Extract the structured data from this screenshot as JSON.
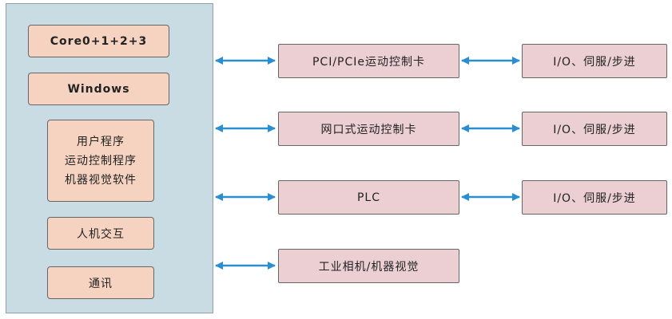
{
  "panel": {
    "core_label": "Core0+1+2+3",
    "os_label": "Windows",
    "software_lines": [
      "用户程序",
      "运动控制程序",
      "机器视觉软件"
    ],
    "hmi_label": "人机交互",
    "comm_label": "通讯"
  },
  "devices": [
    {
      "label": "PCI/PCIe运动控制卡",
      "target": "I/O、伺服/步进"
    },
    {
      "label": "网口式运动控制卡",
      "target": "I/O、伺服/步进"
    },
    {
      "label": "PLC",
      "target": "I/O、伺服/步进"
    },
    {
      "label": "工业相机/机器视觉",
      "target": ""
    }
  ],
  "colors": {
    "panel_bg": "#c9dbe3",
    "box_left": "#f5d3c0",
    "box_device": "#ebcfd3",
    "arrow": "#2a8fd0"
  }
}
